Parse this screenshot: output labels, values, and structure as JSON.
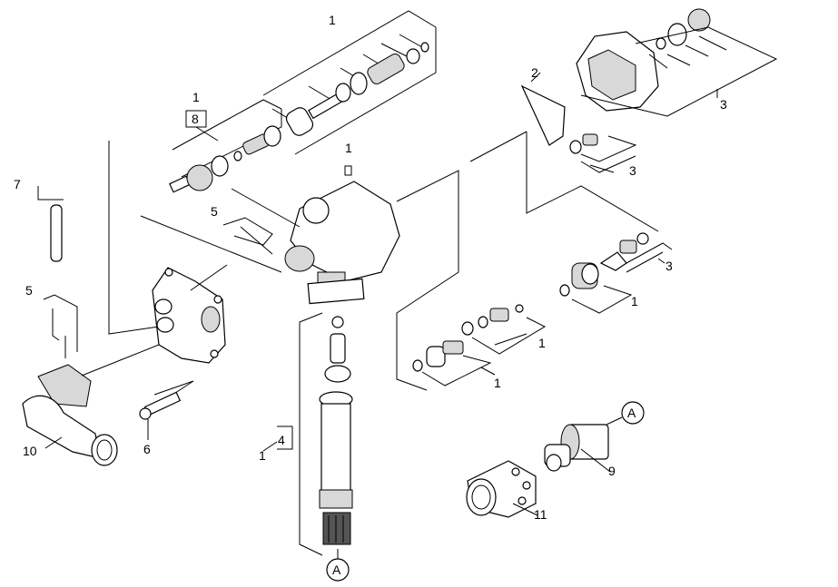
{
  "labels": {
    "l1_top": "1",
    "l1_sub": "1",
    "l8": "8",
    "l2": "2",
    "l3_a": "3",
    "l3_b": "3",
    "l3_c": "3",
    "l1_center": "1",
    "l7": "7",
    "l5_a": "5",
    "l5_b": "5",
    "l1_r1": "1",
    "l1_r2": "1",
    "l1_r3": "1",
    "l4": "4",
    "l1_left4": "1",
    "l6": "6",
    "l10": "10",
    "l9": "9",
    "l11": "11",
    "callout_a1": "A",
    "callout_a2": "A"
  }
}
